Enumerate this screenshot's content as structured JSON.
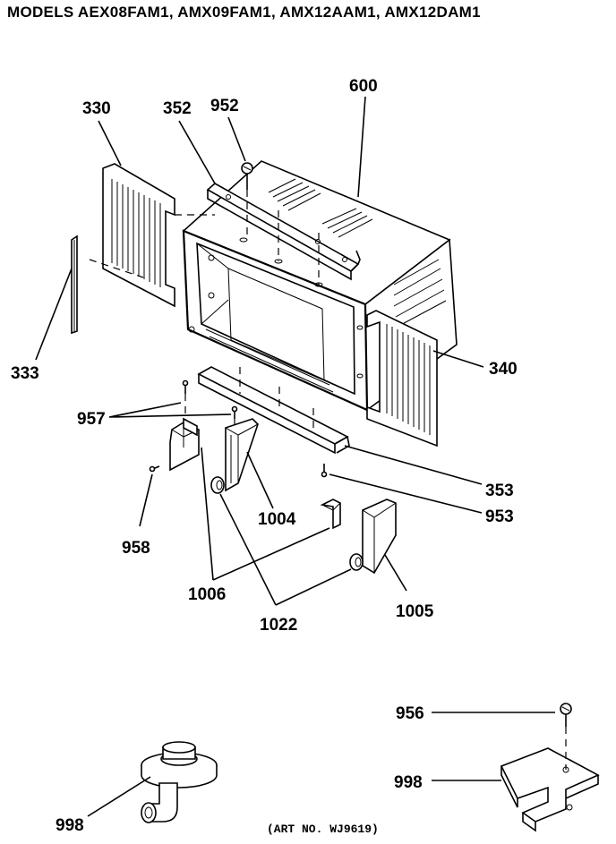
{
  "header": {
    "title": "MODELS AEX08FAM1, AMX09FAM1, AMX12AAM1, AMX12DAM1"
  },
  "callouts": {
    "p330": "330",
    "p352": "352",
    "p952": "952",
    "p600": "600",
    "p333": "333",
    "p340": "340",
    "p957": "957",
    "p353": "353",
    "p953": "953",
    "p1004": "1004",
    "p958": "958",
    "p1006": "1006",
    "p1022": "1022",
    "p1005": "1005",
    "p956": "956",
    "p998a": "998",
    "p998b": "998"
  },
  "footer": {
    "art_no": "(ART NO. WJ9619)"
  }
}
